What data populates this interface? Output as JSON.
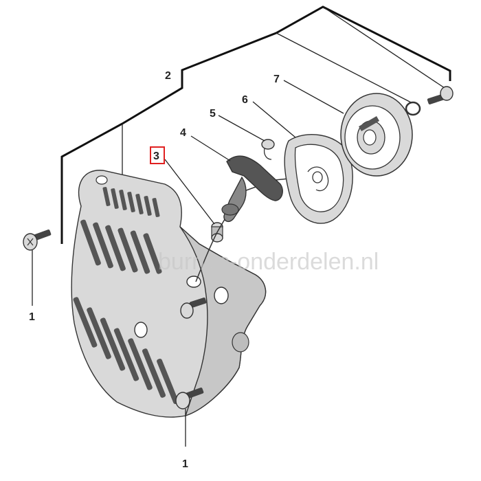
{
  "callouts": [
    {
      "id": "c1a",
      "label": "1"
    },
    {
      "id": "c1b",
      "label": "1"
    },
    {
      "id": "c2",
      "label": "2"
    },
    {
      "id": "c3",
      "label": "3",
      "highlighted": true
    },
    {
      "id": "c4",
      "label": "4"
    },
    {
      "id": "c5",
      "label": "5"
    },
    {
      "id": "c6",
      "label": "6"
    },
    {
      "id": "c7",
      "label": "7"
    }
  ],
  "watermark": "burnac-onderdelen.nl",
  "colors": {
    "line": "#222222",
    "highlight": "#e02020",
    "part_fill": "#d9d9d9",
    "part_dark": "#555555",
    "watermark": "#c8c8c8"
  }
}
